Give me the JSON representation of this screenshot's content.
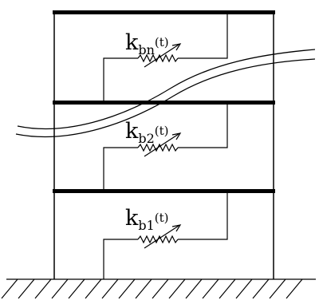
{
  "labels": [
    {
      "k": "k",
      "sub": "bn",
      "arg": "(t)"
    },
    {
      "k": "k",
      "sub": "b2",
      "arg": "(t)"
    },
    {
      "k": "k",
      "sub": "b1",
      "arg": "(t)"
    }
  ],
  "colors": {
    "line": "#000000",
    "background": "#ffffff"
  }
}
